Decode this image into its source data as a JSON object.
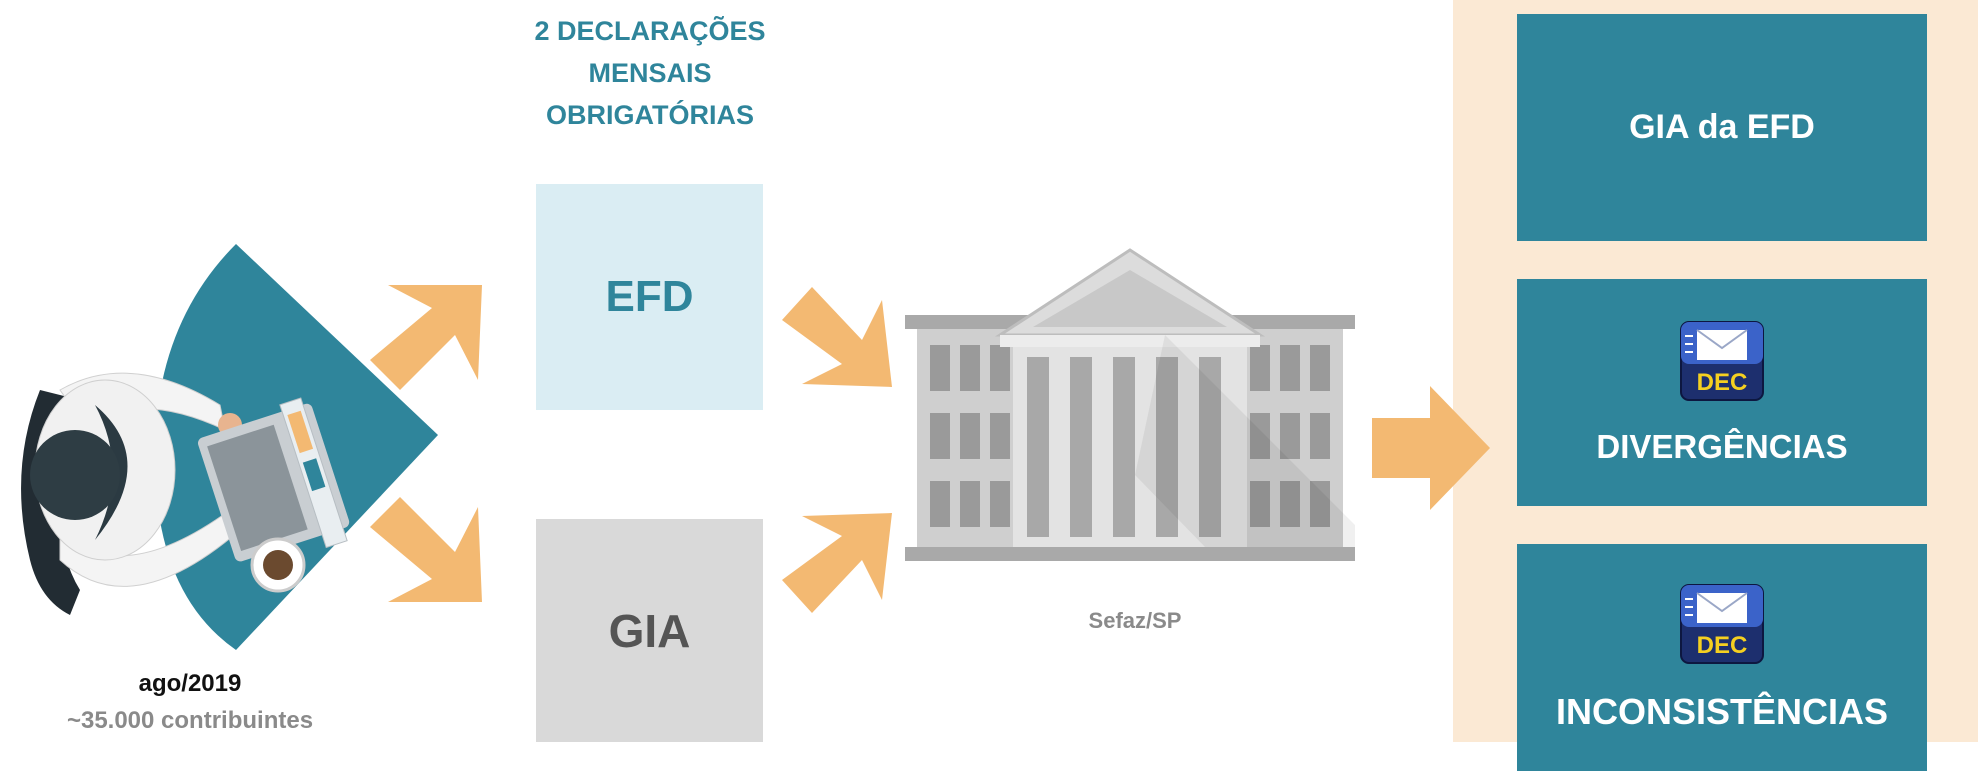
{
  "heading": "2 DECLARAÇÕES\nMENSAIS\nOBRIGATÓRIAS",
  "boxes": {
    "efd": "EFD",
    "gia": "GIA"
  },
  "building_label": "Sefaz/SP",
  "taxpayer": {
    "date": "ago/2019",
    "count": "~35.000 contribuintes"
  },
  "results": {
    "gia_efd": "GIA da EFD",
    "divergencias": "DIVERGÊNCIAS",
    "inconsistencias": "INCONSISTÊNCIAS",
    "dec_label": "DEC"
  },
  "colors": {
    "teal": "#2f859b",
    "orange": "#f3b972",
    "light_blue": "#daedf3",
    "peach": "#fbe9d4",
    "gray": "#d9d9d9"
  },
  "icons": [
    "person-at-laptop-illustration",
    "arrow-icon",
    "government-building-icon",
    "dec-mail-icon"
  ]
}
